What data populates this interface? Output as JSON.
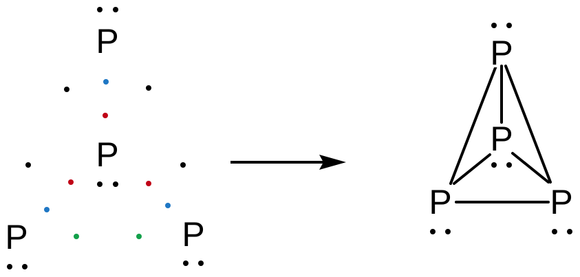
{
  "left_structure": {
    "atoms": [
      {
        "id": "top",
        "symbol": "P"
      },
      {
        "id": "center",
        "symbol": "P"
      },
      {
        "id": "bottom-left",
        "symbol": "P"
      },
      {
        "id": "bottom-right",
        "symbol": "P"
      }
    ]
  },
  "right_structure": {
    "atoms": [
      {
        "id": "apex",
        "symbol": "P"
      },
      {
        "id": "middle",
        "symbol": "P"
      },
      {
        "id": "base-left",
        "symbol": "P"
      },
      {
        "id": "base-right",
        "symbol": "P"
      }
    ]
  },
  "colors": {
    "black": "#000000",
    "blue": "#1f77c4",
    "red": "#c00016",
    "green": "#12a04a"
  }
}
